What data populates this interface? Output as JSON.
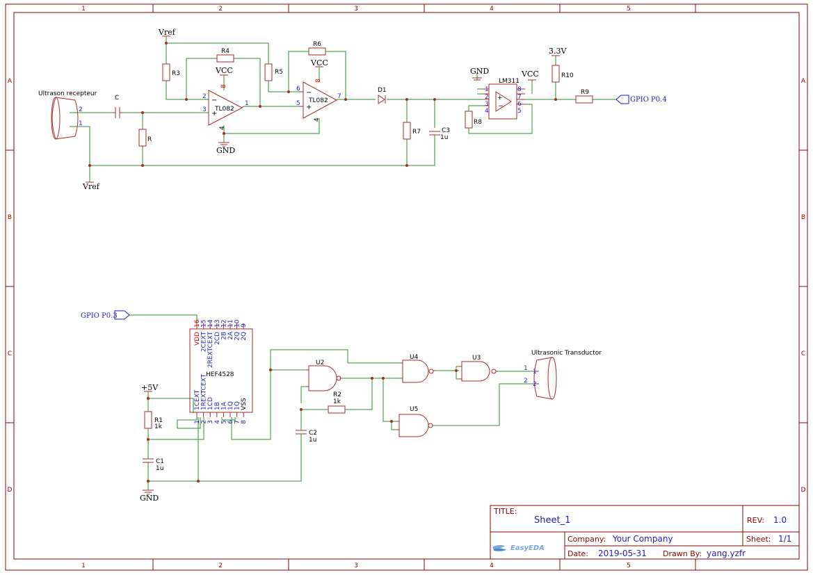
{
  "zones": {
    "columns": [
      "1",
      "2",
      "3",
      "4",
      "5"
    ],
    "rows": [
      "A",
      "B",
      "C",
      "D"
    ]
  },
  "title_block": {
    "title_label": "TITLE:",
    "title": "Sheet_1",
    "rev_label": "REV:",
    "rev": "1.0",
    "company_label": "Company:",
    "company": "Your Company",
    "sheet_label": "Sheet:",
    "sheet": "1/1",
    "date_label": "Date:",
    "date": "2019-05-31",
    "drawn_by_label": "Drawn By:",
    "drawn_by": "yang.yzfr",
    "logo": "EasyEDA"
  },
  "receiver": {
    "sensor_label": "Ultrason recepteur",
    "sensor_pins": [
      "2",
      "1"
    ],
    "vref_top": "Vref",
    "vref_bottom": "Vref",
    "C": "C",
    "R": "R",
    "R3": "R3",
    "R4": "R4",
    "R5": "R5",
    "R6": "R6",
    "R7": "R7",
    "R8": "R8",
    "R9": "R9",
    "R10": "R10",
    "vcc1": "VCC",
    "vcc2": "VCC",
    "vcc3": "VCC",
    "gnd1": "GND",
    "gnd2": "GND",
    "v33": "3.3V",
    "opamp1": "TL082",
    "opamp2": "TL082",
    "op1_pins": [
      "2",
      "3",
      "1",
      "8",
      "4"
    ],
    "op2_pins": [
      "6",
      "5",
      "7",
      "8",
      "4"
    ],
    "op_minus": "−",
    "op_plus": "+",
    "D1": "D1",
    "C3": "C3",
    "C3_value": "1u",
    "comparator": "LM311",
    "cmp_pins_left": [
      "1",
      "2",
      "3",
      "4"
    ],
    "cmp_pins_right": [
      "8",
      "7",
      "6",
      "5"
    ],
    "gpio_out": "GPIO P0.4"
  },
  "transmitter": {
    "gpio_in": "GPIO P0.3",
    "ic": "HEF4528",
    "top_pin_numbers": [
      "16",
      "15",
      "14",
      "13",
      "12",
      "11",
      "10",
      "9"
    ],
    "top_pin_names": [
      "VDD",
      "2CEXT",
      "2REXTCEXT",
      "2CD",
      "2B",
      "2A",
      "2Q",
      "2Q"
    ],
    "bottom_pin_numbers": [
      "1",
      "2",
      "3",
      "4",
      "5",
      "6",
      "7",
      "8"
    ],
    "bottom_pin_names": [
      "1CEXT",
      "1REXTCEXT",
      "1CD",
      "1B",
      "1A",
      "1Q",
      "1Q",
      "VSS"
    ],
    "plus5v": "+5V",
    "gnd": "GND",
    "R1": "R1",
    "R1_value": "1k",
    "C1": "C1",
    "C1_value": "1u",
    "R2": "R2",
    "R2_value": "1k",
    "C2": "C2",
    "C2_value": "1u",
    "U2": "U2",
    "U3": "U3",
    "U4": "U4",
    "U5": "U5",
    "transducer_label": "Ultrasonic Transductor",
    "transducer_pins": [
      "1",
      "2"
    ],
    "transducer_pin_names": [
      "1",
      "2"
    ]
  }
}
